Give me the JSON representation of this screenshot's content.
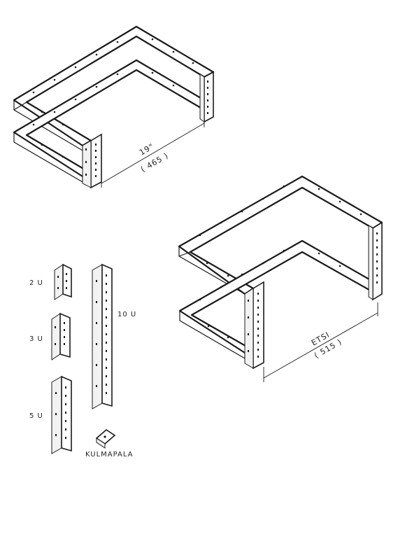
{
  "labels": {
    "dim_top_size": "19\"",
    "dim_top_mm": "( 465 )",
    "dim_bottom_size": "ETSI",
    "dim_bottom_mm": "( 515 )",
    "rail_2u": "2 U",
    "rail_3u": "3 U",
    "rail_5u": "5 U",
    "rail_10u": "10 U",
    "corner_piece": "KULMAPALA"
  }
}
